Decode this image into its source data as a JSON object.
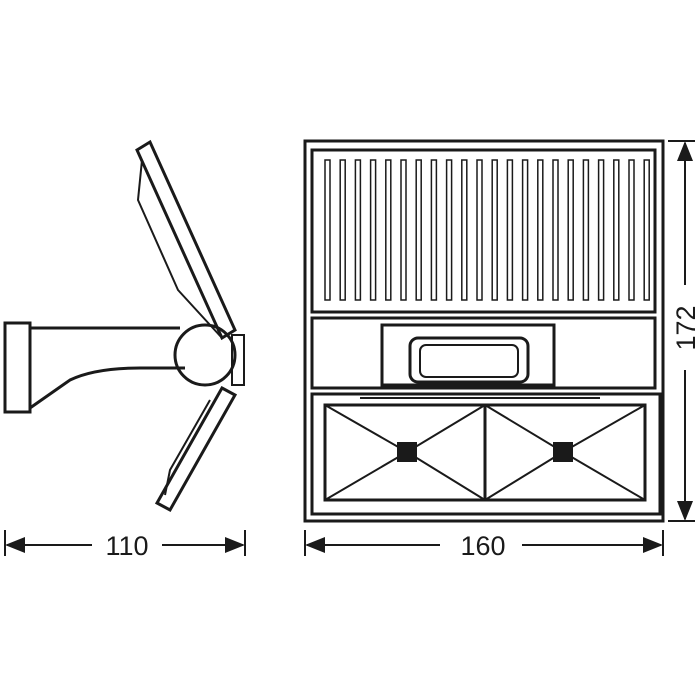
{
  "dimensions": {
    "depth": "110",
    "width": "160",
    "height": "172"
  },
  "colors": {
    "line": "#1a1a1a",
    "background": "#ffffff"
  }
}
